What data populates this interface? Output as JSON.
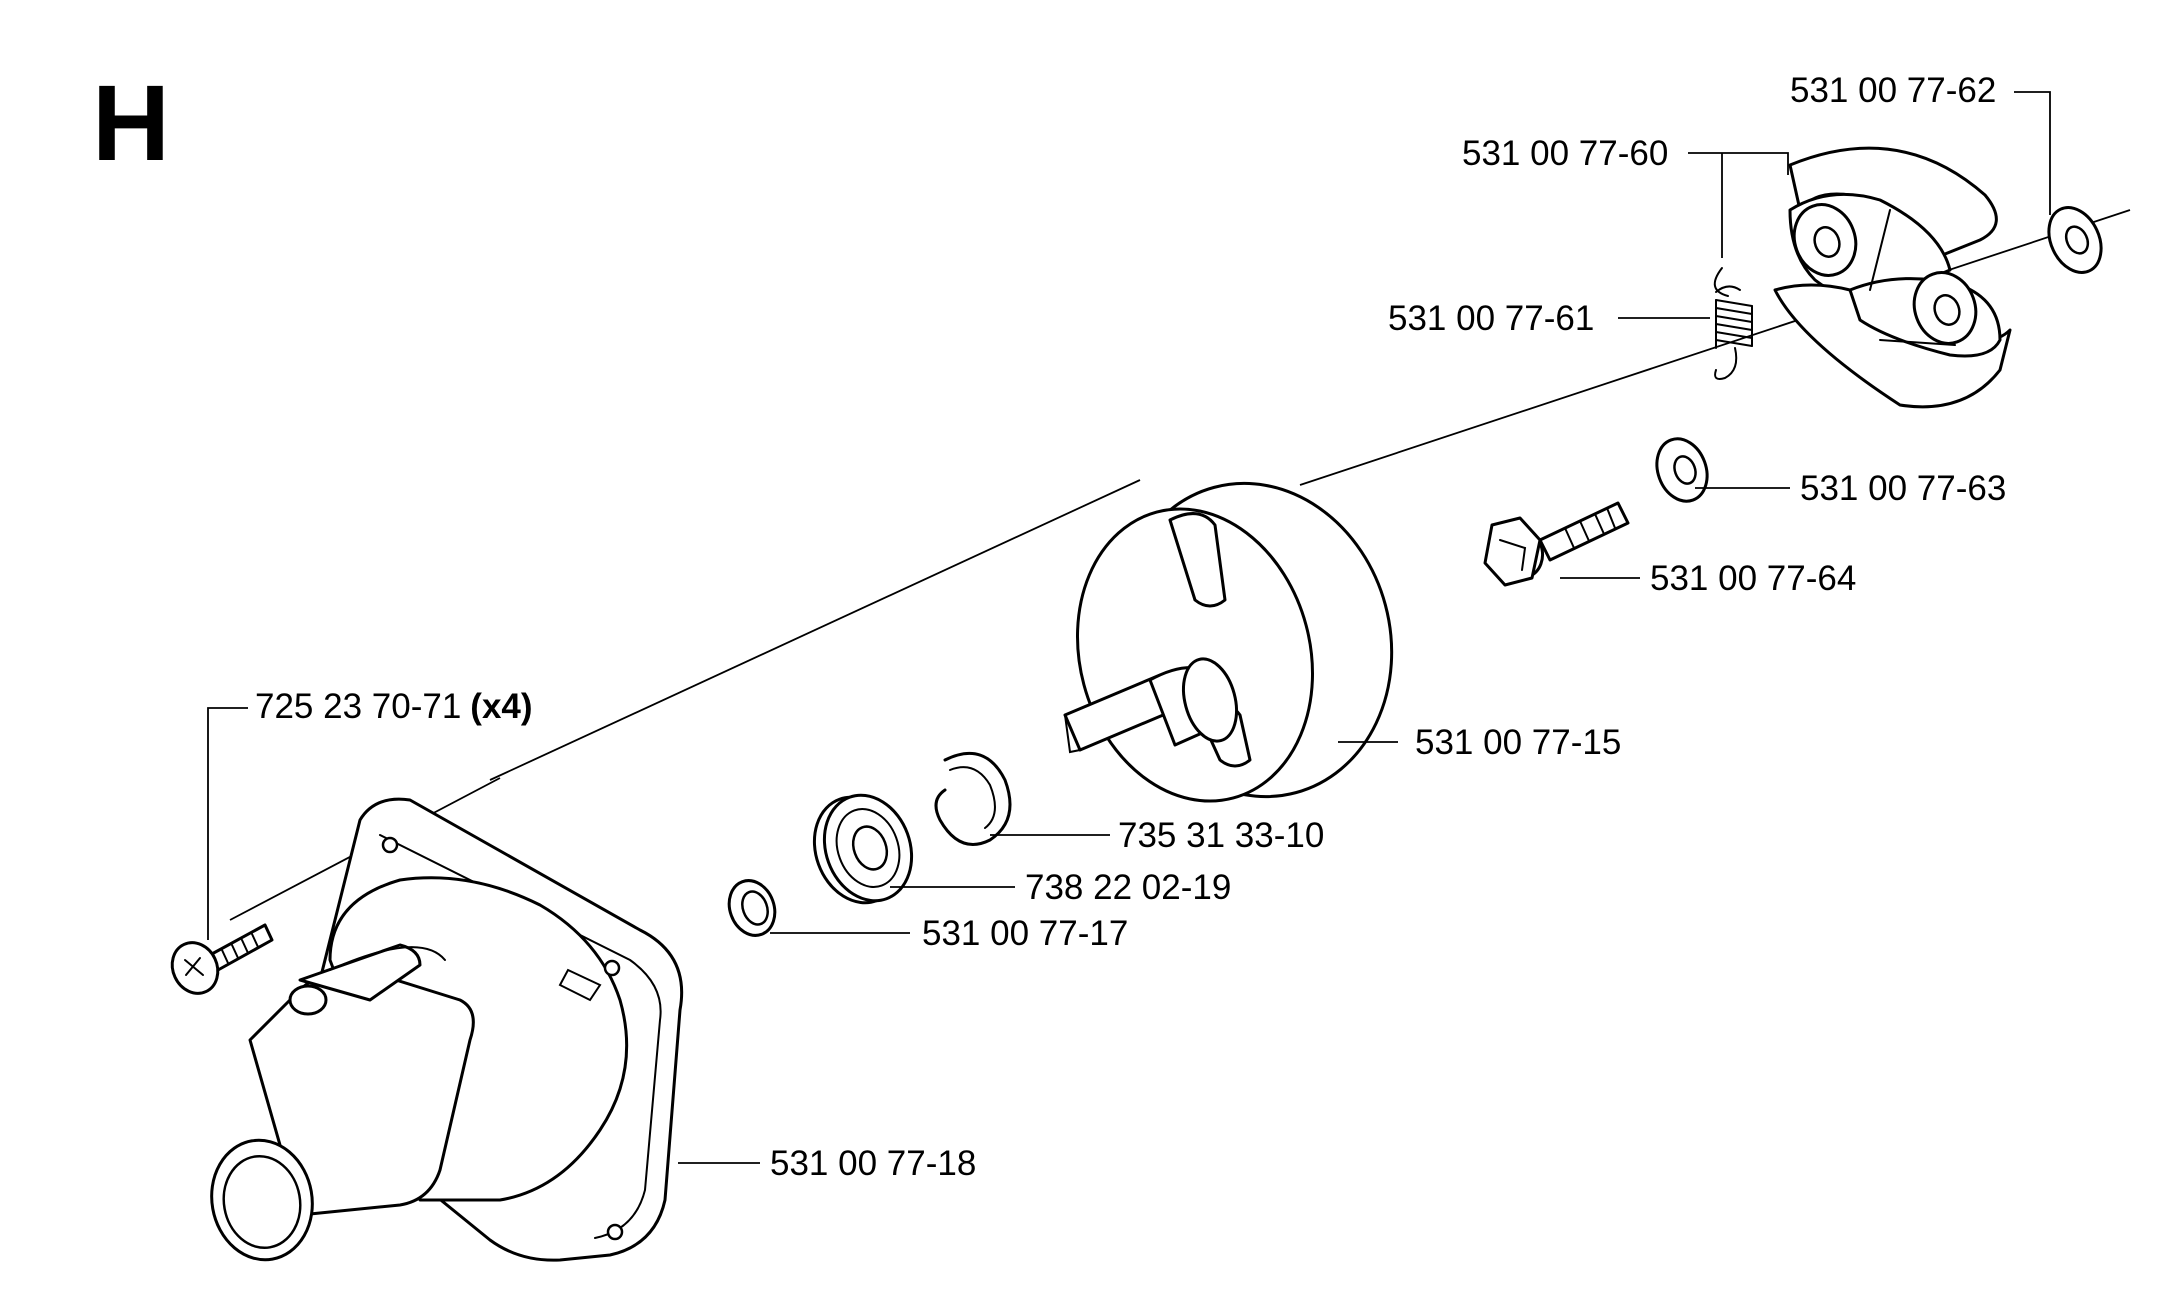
{
  "section_letter": "H",
  "parts": [
    {
      "id": "p62",
      "number": "531 00 77-62"
    },
    {
      "id": "p60",
      "number": "531 00 77-60"
    },
    {
      "id": "p61",
      "number": "531 00 77-61"
    },
    {
      "id": "p63",
      "number": "531 00 77-63"
    },
    {
      "id": "p64",
      "number": "531 00 77-64"
    },
    {
      "id": "p15",
      "number": "531 00 77-15"
    },
    {
      "id": "p71",
      "number": "725 23 70-71",
      "quantity": "(x4)"
    },
    {
      "id": "p10",
      "number": "735 31 33-10"
    },
    {
      "id": "p19",
      "number": "738 22 02-19"
    },
    {
      "id": "p17",
      "number": "531 00 77-17"
    },
    {
      "id": "p18",
      "number": "531 00 77-18"
    }
  ]
}
